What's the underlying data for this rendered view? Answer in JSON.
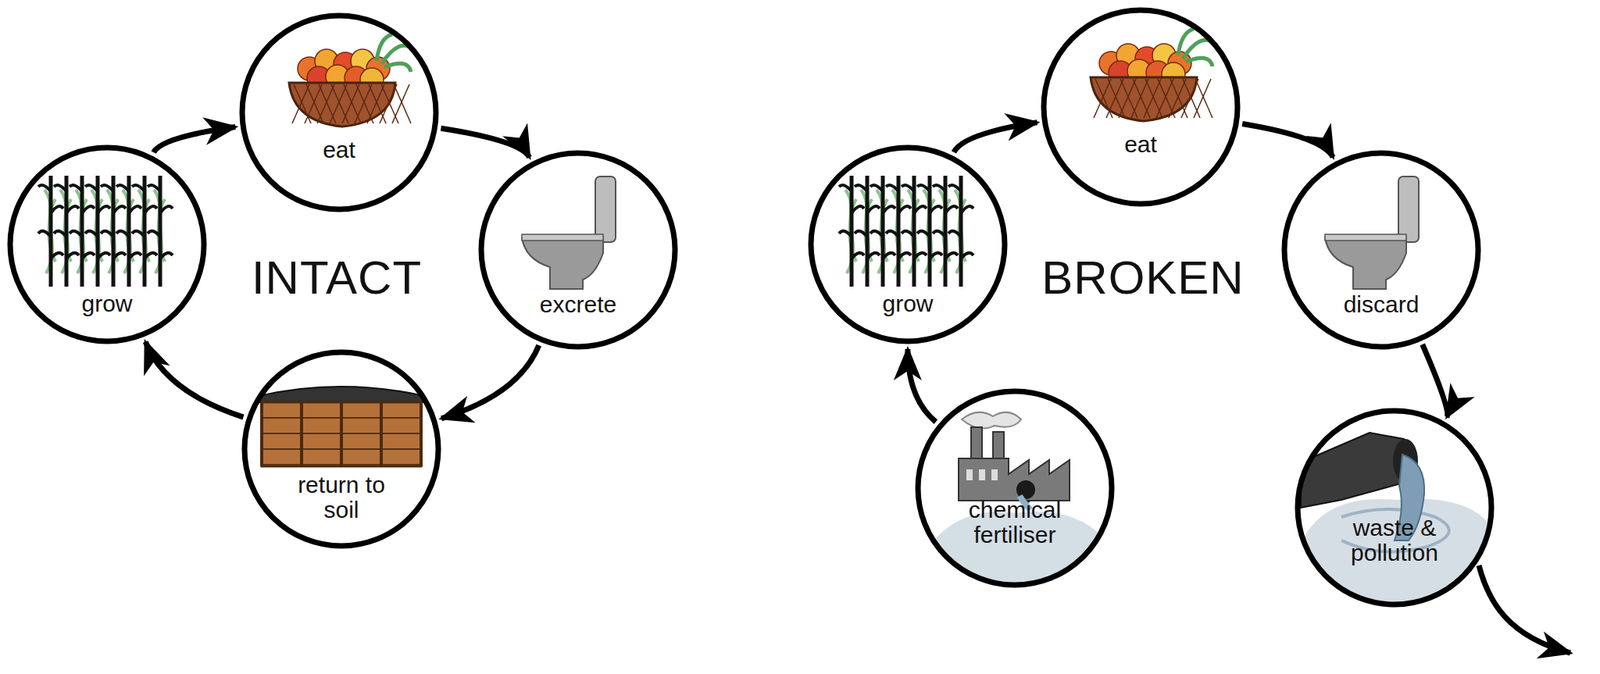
{
  "diagram": {
    "nodes": [
      {
        "text": [
          "grow"
        ]
      },
      {
        "text": [
          "eat"
        ]
      },
      {
        "text": [
          "excrete"
        ]
      },
      {
        "text": [
          "return to soil"
        ]
      },
      {
        "text": [
          "grow"
        ]
      },
      {
        "text": [
          "eat"
        ]
      },
      {
        "text": [
          "discard"
        ]
      },
      {
        "text": [
          "chemical fertiliser"
        ]
      },
      {
        "text": [
          "waste & pollution"
        ]
      }
    ],
    "edges": [
      {
        "from": 0,
        "to": 1,
        "arrow": "to"
      },
      {
        "from": 1,
        "to": 2,
        "arrow": "to"
      },
      {
        "from": 2,
        "to": 3,
        "arrow": "to"
      },
      {
        "from": 3,
        "to": 0,
        "arrow": "to"
      },
      {
        "from": 4,
        "to": 5,
        "arrow": "to"
      },
      {
        "from": 5,
        "to": 6,
        "arrow": "to"
      },
      {
        "from": 6,
        "to": 8,
        "arrow": "to"
      },
      {
        "from": 7,
        "to": 4,
        "arrow": "to"
      }
    ],
    "labels": [
      "INTACT",
      "BROKEN"
    ]
  }
}
